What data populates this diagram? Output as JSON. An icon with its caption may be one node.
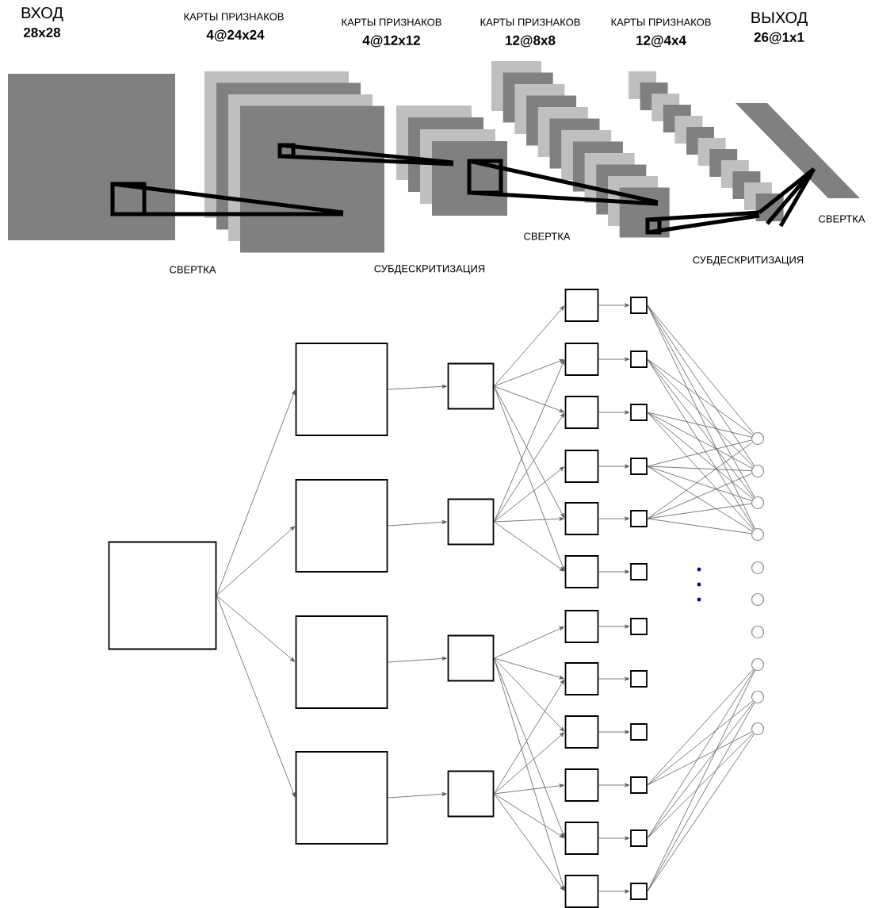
{
  "diagram": {
    "nodes": [
      {
        "text": [],
        "shape": "box"
      },
      {
        "text": [],
        "shape": "box"
      },
      {
        "text": [],
        "shape": "box"
      },
      {
        "text": [],
        "shape": "box"
      },
      {
        "text": [],
        "shape": "box"
      },
      {
        "text": [],
        "shape": "box"
      },
      {
        "text": [],
        "shape": "box"
      },
      {
        "text": [],
        "shape": "box"
      },
      {
        "text": [],
        "shape": "box"
      },
      {
        "text": [],
        "shape": "box"
      },
      {
        "text": [],
        "shape": "box"
      },
      {
        "text": [],
        "shape": "box"
      },
      {
        "text": [],
        "shape": "box"
      },
      {
        "text": [],
        "shape": "box"
      },
      {
        "text": [],
        "shape": "box"
      },
      {
        "text": [],
        "shape": "box"
      },
      {
        "text": [],
        "shape": "box"
      },
      {
        "text": [],
        "shape": "box"
      },
      {
        "text": [],
        "shape": "box"
      },
      {
        "text": [],
        "shape": "box"
      },
      {
        "text": [],
        "shape": "box"
      },
      {
        "text": [],
        "shape": "box"
      },
      {
        "text": [],
        "shape": "box"
      },
      {
        "text": [],
        "shape": "box"
      },
      {
        "text": [],
        "shape": "box"
      },
      {
        "text": [],
        "shape": "box"
      },
      {
        "text": [],
        "shape": "box"
      },
      {
        "text": [],
        "shape": "box"
      },
      {
        "text": [],
        "shape": "box"
      },
      {
        "text": [],
        "shape": "box"
      },
      {
        "text": [],
        "shape": "box"
      },
      {
        "text": [],
        "shape": "box"
      },
      {
        "text": [],
        "shape": "box"
      },
      {
        "text": [],
        "shape": "circle"
      },
      {
        "text": [],
        "shape": "circle"
      },
      {
        "text": [],
        "shape": "circle"
      },
      {
        "text": [],
        "shape": "circle"
      },
      {
        "text": [],
        "shape": "circle"
      },
      {
        "text": [],
        "shape": "circle"
      },
      {
        "text": [],
        "shape": "circle"
      },
      {
        "text": [],
        "shape": "circle"
      },
      {
        "text": [],
        "shape": "circle"
      },
      {
        "text": [],
        "shape": "circle"
      }
    ],
    "edges": [
      {
        "from": 0,
        "to": 1,
        "arrow": "to"
      },
      {
        "from": 0,
        "to": 2,
        "arrow": "to"
      },
      {
        "from": 0,
        "to": 3,
        "arrow": "to"
      },
      {
        "from": 0,
        "to": 4,
        "arrow": "to"
      },
      {
        "from": 1,
        "to": 5,
        "arrow": "to"
      },
      {
        "from": 2,
        "to": 6,
        "arrow": "to"
      },
      {
        "from": 3,
        "to": 7,
        "arrow": "to"
      },
      {
        "from": 4,
        "to": 8,
        "arrow": "to"
      },
      {
        "from": 5,
        "to": 9,
        "arrow": "to"
      },
      {
        "from": 5,
        "to": 10,
        "arrow": "to"
      },
      {
        "from": 5,
        "to": 11,
        "arrow": "to"
      },
      {
        "from": 5,
        "to": 13,
        "arrow": "to"
      },
      {
        "from": 5,
        "to": 14,
        "arrow": "to"
      },
      {
        "from": 6,
        "to": 10,
        "arrow": "to"
      },
      {
        "from": 6,
        "to": 11,
        "arrow": "to"
      },
      {
        "from": 6,
        "to": 12,
        "arrow": "to"
      },
      {
        "from": 6,
        "to": 13,
        "arrow": "to"
      },
      {
        "from": 6,
        "to": 14,
        "arrow": "to"
      },
      {
        "from": 7,
        "to": 15,
        "arrow": "to"
      },
      {
        "from": 7,
        "to": 16,
        "arrow": "to"
      },
      {
        "from": 7,
        "to": 17,
        "arrow": "to"
      },
      {
        "from": 7,
        "to": 19,
        "arrow": "to"
      },
      {
        "from": 7,
        "to": 20,
        "arrow": "to"
      },
      {
        "from": 8,
        "to": 16,
        "arrow": "to"
      },
      {
        "from": 8,
        "to": 17,
        "arrow": "to"
      },
      {
        "from": 8,
        "to": 18,
        "arrow": "to"
      },
      {
        "from": 8,
        "to": 19,
        "arrow": "to"
      },
      {
        "from": 8,
        "to": 20,
        "arrow": "to"
      },
      {
        "from": 9,
        "to": 21,
        "arrow": "to"
      },
      {
        "from": 10,
        "to": 22,
        "arrow": "to"
      },
      {
        "from": 11,
        "to": 23,
        "arrow": "to"
      },
      {
        "from": 12,
        "to": 24,
        "arrow": "to"
      },
      {
        "from": 13,
        "to": 25,
        "arrow": "to"
      },
      {
        "from": 14,
        "to": 26,
        "arrow": "to"
      },
      {
        "from": 15,
        "to": 27,
        "arrow": "to"
      },
      {
        "from": 16,
        "to": 28,
        "arrow": "to"
      },
      {
        "from": 17,
        "to": 29,
        "arrow": "to"
      },
      {
        "from": 18,
        "to": 30,
        "arrow": "to"
      },
      {
        "from": 19,
        "to": 31,
        "arrow": "to"
      },
      {
        "from": 20,
        "to": 32,
        "arrow": "to"
      },
      {
        "from": 21,
        "to": 33,
        "arrow": "none"
      },
      {
        "from": 21,
        "to": 34,
        "arrow": "none"
      },
      {
        "from": 21,
        "to": 35,
        "arrow": "none"
      },
      {
        "from": 21,
        "to": 36,
        "arrow": "none"
      },
      {
        "from": 22,
        "to": 33,
        "arrow": "none"
      },
      {
        "from": 22,
        "to": 34,
        "arrow": "none"
      },
      {
        "from": 22,
        "to": 35,
        "arrow": "none"
      },
      {
        "from": 22,
        "to": 36,
        "arrow": "none"
      },
      {
        "from": 23,
        "to": 33,
        "arrow": "none"
      },
      {
        "from": 23,
        "to": 34,
        "arrow": "none"
      },
      {
        "from": 23,
        "to": 35,
        "arrow": "none"
      },
      {
        "from": 23,
        "to": 36,
        "arrow": "none"
      },
      {
        "from": 24,
        "to": 33,
        "arrow": "none"
      },
      {
        "from": 24,
        "to": 34,
        "arrow": "none"
      },
      {
        "from": 24,
        "to": 35,
        "arrow": "none"
      },
      {
        "from": 24,
        "to": 36,
        "arrow": "none"
      },
      {
        "from": 25,
        "to": 33,
        "arrow": "none"
      },
      {
        "from": 25,
        "to": 34,
        "arrow": "none"
      },
      {
        "from": 25,
        "to": 35,
        "arrow": "none"
      },
      {
        "from": 25,
        "to": 36,
        "arrow": "none"
      },
      {
        "from": 30,
        "to": 40,
        "arrow": "none"
      },
      {
        "from": 30,
        "to": 41,
        "arrow": "none"
      },
      {
        "from": 30,
        "to": 42,
        "arrow": "none"
      },
      {
        "from": 31,
        "to": 40,
        "arrow": "none"
      },
      {
        "from": 31,
        "to": 41,
        "arrow": "none"
      },
      {
        "from": 31,
        "to": 42,
        "arrow": "none"
      },
      {
        "from": 32,
        "to": 40,
        "arrow": "none"
      },
      {
        "from": 32,
        "to": 41,
        "arrow": "none"
      },
      {
        "from": 32,
        "to": 42,
        "arrow": "none"
      }
    ],
    "labels": [
      "ВХОД",
      "28x28",
      "КАРТЫ ПРИЗНАКОВ",
      "4@24x24",
      "КАРТЫ ПРИЗНАКОВ",
      "4@12x12",
      "КАРТЫ ПРИЗНАКОВ",
      "12@8x8",
      "КАРТЫ ПРИЗНАКОВ",
      "12@4x4",
      "ВЫХОД",
      "26@1x1",
      "СВЕРТКА",
      "СВЕРТКА",
      "СУБДЕСКРИТИЗАЦИЯ",
      "СВЕРТКА",
      "СУБДЕСКРИТИЗАЦИЯ"
    ]
  }
}
